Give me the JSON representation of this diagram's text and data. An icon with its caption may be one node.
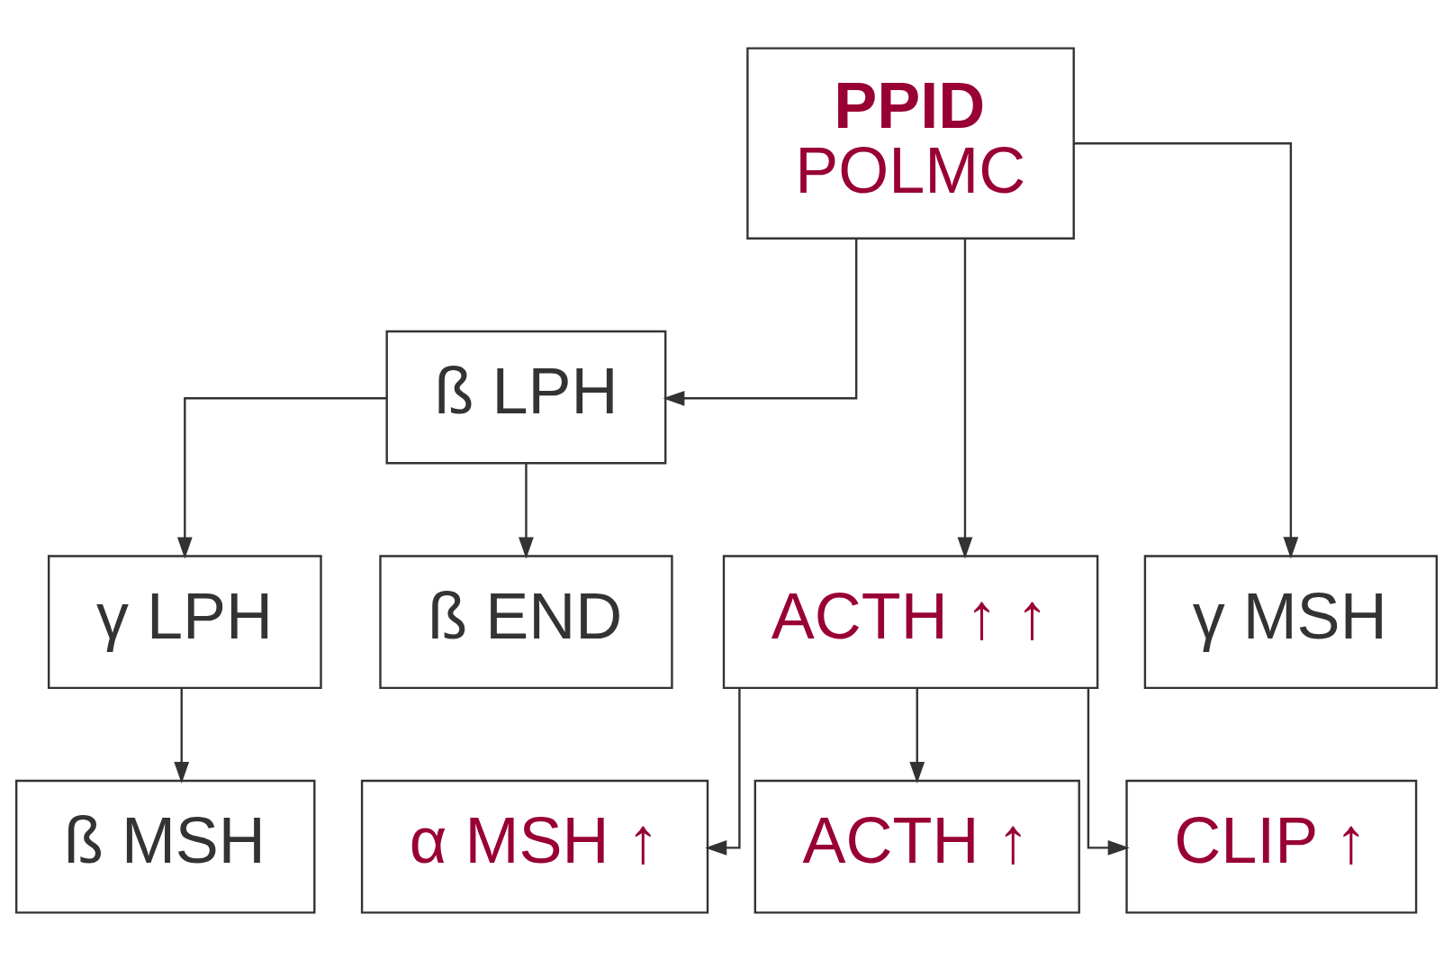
{
  "diagram": {
    "nodes": [
      {
        "text": [
          "PPID",
          "POLMC"
        ]
      },
      {
        "text": [
          "ß LPH"
        ]
      },
      {
        "text": [
          "γ LPH"
        ]
      },
      {
        "text": [
          "ß END"
        ]
      },
      {
        "text": [
          "ACTH ↑ ↑"
        ]
      },
      {
        "text": [
          "γ MSH"
        ]
      },
      {
        "text": [
          "α MSH ↑"
        ]
      },
      {
        "text": [
          "ACTH ↑"
        ]
      },
      {
        "text": [
          "CLIP ↑"
        ]
      },
      {
        "text": [
          "ß MSH"
        ]
      }
    ],
    "edges": [
      {
        "from": 0,
        "to": 4,
        "arrow": "to"
      },
      {
        "from": 0,
        "to": 5,
        "arrow": "to"
      },
      {
        "from": 0,
        "to": 1,
        "arrow": "to"
      },
      {
        "from": 1,
        "to": 2,
        "arrow": "to"
      },
      {
        "from": 1,
        "to": 3,
        "arrow": "to"
      },
      {
        "from": 4,
        "to": 6,
        "arrow": "to"
      },
      {
        "from": 4,
        "to": 7,
        "arrow": "to"
      },
      {
        "from": 4,
        "to": 8,
        "arrow": "to"
      },
      {
        "from": 2,
        "to": 9,
        "arrow": "to"
      }
    ]
  }
}
